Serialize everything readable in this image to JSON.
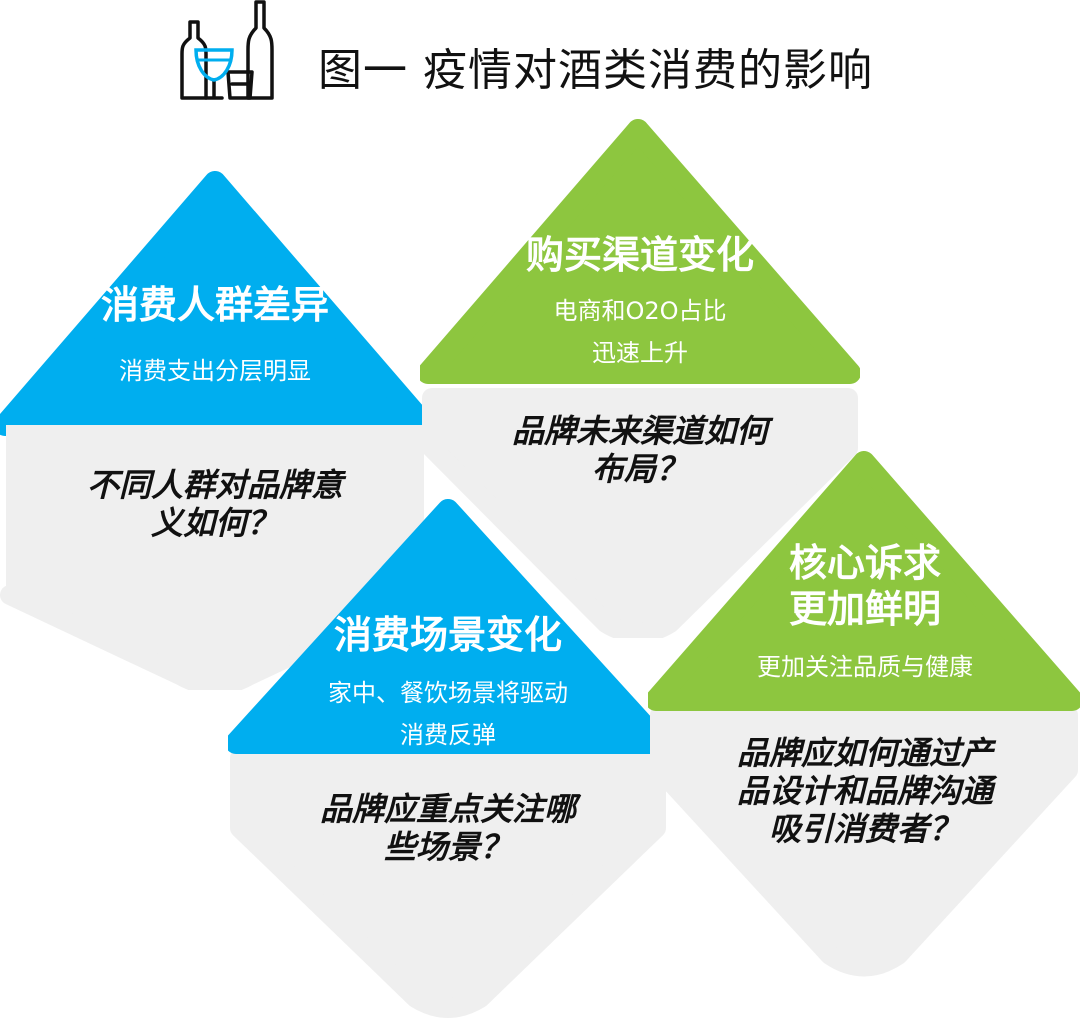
{
  "title": "图一  疫情对酒类消费的影响",
  "colors": {
    "blue": "#00AEEF",
    "green": "#8DC63F",
    "gray": "#EFEFEF",
    "text": "#111111"
  },
  "icon": "wine-bottles-glasses-icon",
  "cards": [
    {
      "id": "consumer-groups",
      "color": "blue",
      "heading": [
        "消费人群差异"
      ],
      "subtitle": [
        "消费支出分层明显"
      ],
      "question": [
        "不同人群对品牌意",
        "义如何？"
      ]
    },
    {
      "id": "purchase-channels",
      "color": "green",
      "heading": [
        "购买渠道变化"
      ],
      "subtitle": [
        "电商和O2O占比",
        "迅速上升"
      ],
      "question": [
        "品牌未来渠道如何",
        "布局？"
      ]
    },
    {
      "id": "consumption-scenes",
      "color": "blue",
      "heading": [
        "消费场景变化"
      ],
      "subtitle": [
        "家中、餐饮场景将驱动",
        "消费反弹"
      ],
      "question": [
        "品牌应重点关注哪",
        "些场景？"
      ]
    },
    {
      "id": "core-appeal",
      "color": "green",
      "heading": [
        "核心诉求",
        "更加鲜明"
      ],
      "subtitle": [
        "更加关注品质与健康"
      ],
      "question": [
        "品牌应如何通过产",
        "品设计和品牌沟通",
        "吸引消费者？"
      ]
    }
  ]
}
